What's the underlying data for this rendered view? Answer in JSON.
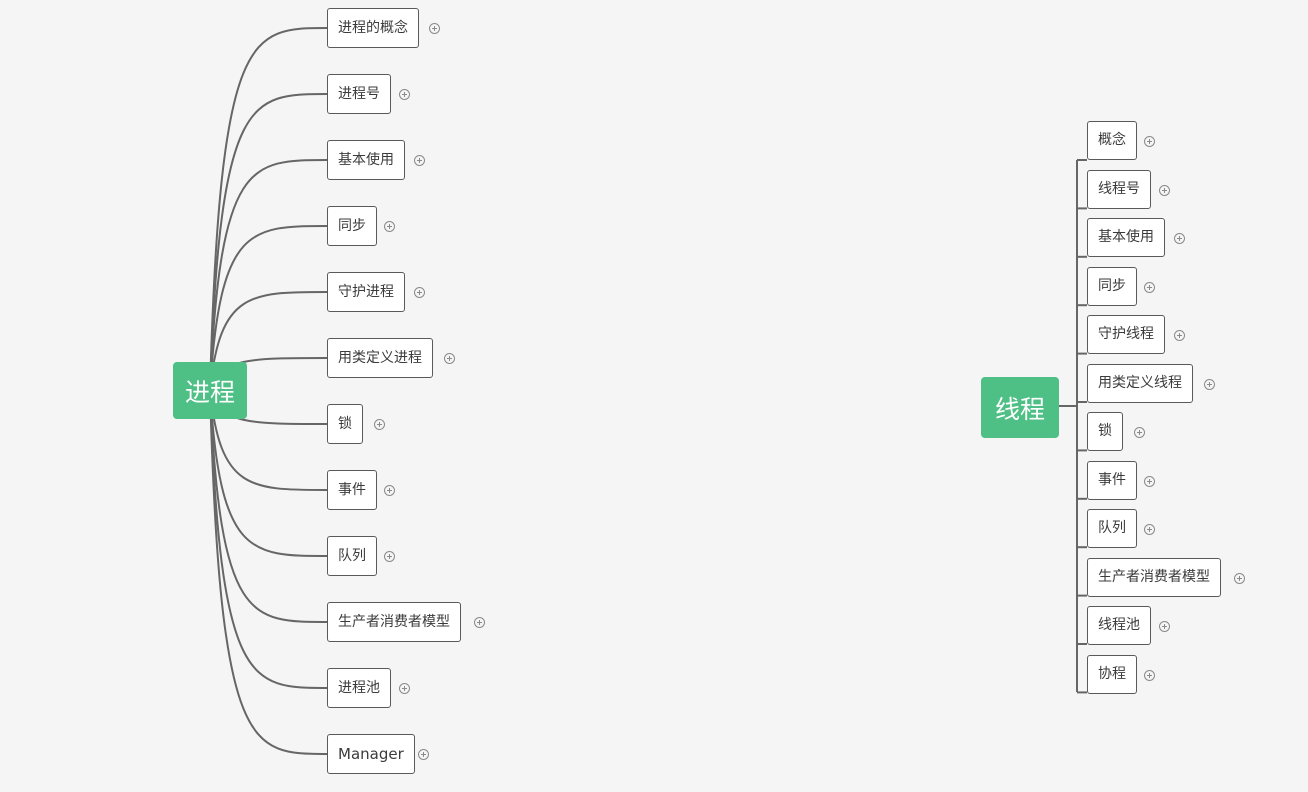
{
  "maps": [
    {
      "root_label": "进程",
      "children": [
        "进程的概念",
        "进程号",
        "基本使用",
        "同步",
        "守护进程",
        "用类定义进程",
        "锁",
        "事件",
        "队列",
        "生产者消费者模型",
        "进程池",
        "Manager"
      ]
    },
    {
      "root_label": "线程",
      "children": [
        "概念",
        "线程号",
        "基本使用",
        "同步",
        "守护线程",
        "用类定义线程",
        "锁",
        "事件",
        "队列",
        "生产者消费者模型",
        "线程池",
        "协程"
      ]
    }
  ],
  "expand_icon": "plus-circle-icon",
  "colors": {
    "root_fill": "#4fc085",
    "edge": "#666666",
    "background": "#f5f5f5"
  }
}
